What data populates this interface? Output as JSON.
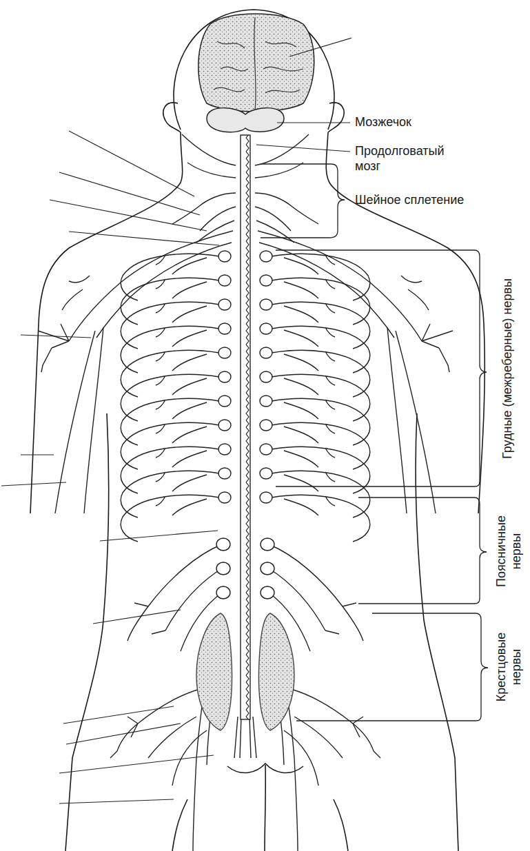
{
  "diagram": {
    "labels": [
      "Мозжечок",
      "Продолговатый мозг",
      "Шейное сплетение",
      "Грудные (межреберные) нервы",
      "Поясничные нервы",
      "Крестцовые нервы"
    ]
  }
}
